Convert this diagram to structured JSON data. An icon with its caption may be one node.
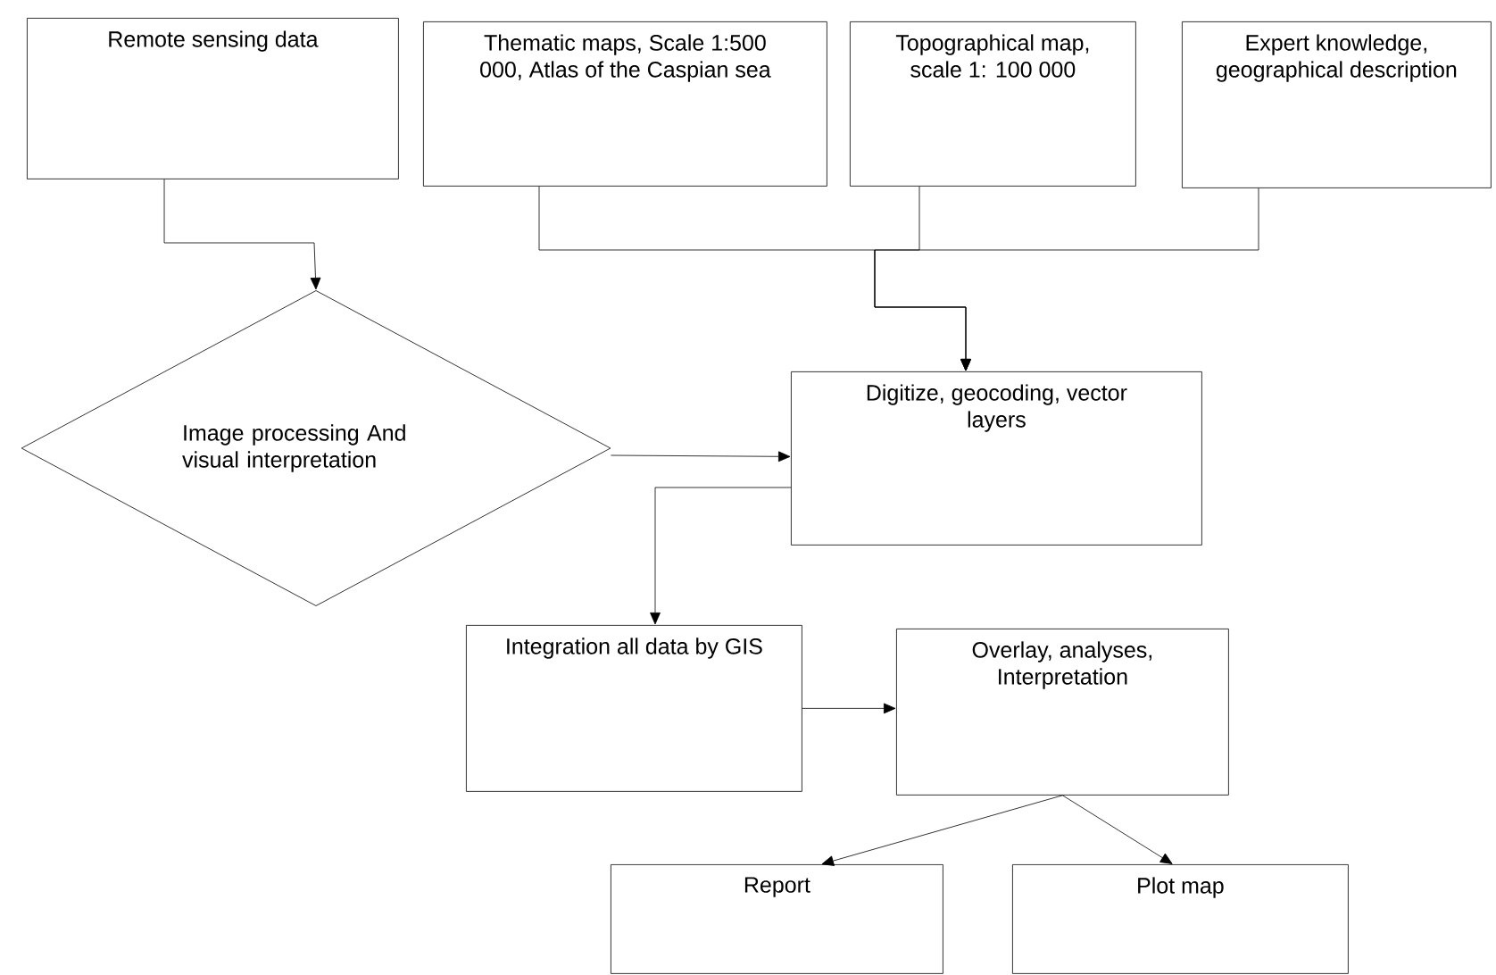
{
  "diagram": {
    "nodes": [
      {
        "text": [
          "Remote sensing data"
        ]
      },
      {
        "text": [
          "Thematic maps, Scale 1:500 000, Atlas of the Caspian sea"
        ]
      },
      {
        "text": [
          "Topographical map, scale 1: 100 000"
        ]
      },
      {
        "text": [
          "Expert knowledge, geographical description"
        ]
      },
      {
        "text": [
          "Image processing And visual interpretation"
        ]
      },
      {
        "text": [
          "Digitize, geocoding, vector layers"
        ]
      },
      {
        "text": [
          "Integration all data by GIS"
        ]
      },
      {
        "text": [
          "Overlay, analyses, Interpretation"
        ]
      },
      {
        "text": [
          "Report"
        ]
      },
      {
        "text": [
          "Plot map"
        ]
      }
    ],
    "edges": [
      {
        "from": 0,
        "to": 4,
        "arrow": "to"
      },
      {
        "from": 1,
        "to": 5,
        "arrow": "to"
      },
      {
        "from": 2,
        "to": 5,
        "arrow": "to"
      },
      {
        "from": 3,
        "to": 5,
        "arrow": "to"
      },
      {
        "from": 4,
        "to": 5,
        "arrow": "to"
      },
      {
        "from": 5,
        "to": 6,
        "arrow": "to"
      },
      {
        "from": 6,
        "to": 7,
        "arrow": "to"
      },
      {
        "from": 7,
        "to": 8,
        "arrow": "to"
      },
      {
        "from": 7,
        "to": 9,
        "arrow": "to"
      }
    ]
  }
}
